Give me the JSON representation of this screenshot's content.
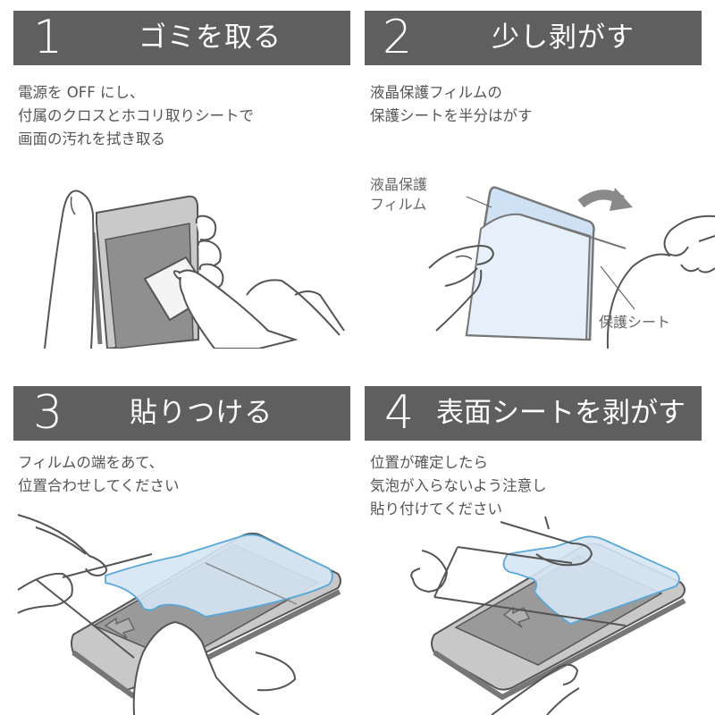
{
  "colors": {
    "header_bg": "#5f5f5f",
    "header_text": "#ffffff",
    "body_text": "#555555",
    "film_blue": "#d6e6f5",
    "film_outline": "#5aa8d6",
    "device_gray": "#a9a9a9",
    "screen_gray": "#8f8f8f"
  },
  "steps": [
    {
      "number": "1",
      "title": "ゴミを取る",
      "description": [
        "電源を OFF にし、",
        "付属のクロスとホコリ取りシートで",
        "画面の汚れを拭き取る"
      ],
      "illustration": "hands-wiping-phone-screen"
    },
    {
      "number": "2",
      "title": "少し剥がす",
      "description": [
        "液晶保護フィルムの",
        "保護シートを半分はがす"
      ],
      "illustration": "hands-peeling-protective-sheet",
      "callouts": {
        "film": [
          "液晶保護",
          "フィルム"
        ],
        "sheet": "保護シート"
      }
    },
    {
      "number": "3",
      "title": "貼りつける",
      "description": [
        "フィルムの端をあて、",
        "位置合わせしてください"
      ],
      "illustration": "hands-aligning-film-on-phone"
    },
    {
      "number": "4",
      "title": "表面シートを剥がす",
      "description": [
        "位置が確定したら",
        "気泡が入らないよう注意し",
        "貼り付けてください"
      ],
      "illustration": "hands-pressing-film-on-phone"
    }
  ]
}
